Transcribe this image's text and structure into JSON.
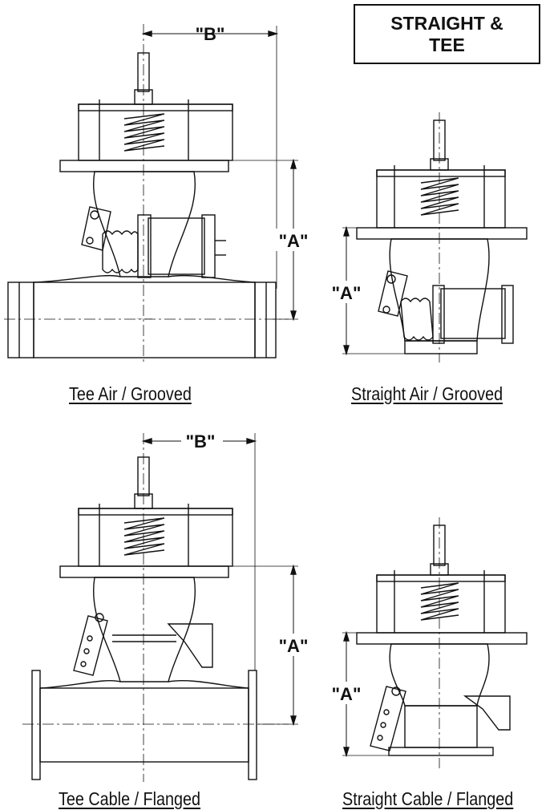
{
  "title_box": {
    "line1": "STRAIGHT &",
    "line2": "TEE"
  },
  "views": [
    {
      "caption": "Tee Air / Grooved",
      "dim_a": "\"A\"",
      "dim_b": "\"B\""
    },
    {
      "caption": "Straight Air / Grooved",
      "dim_a": "\"A\""
    },
    {
      "caption": "Tee Cable / Flanged",
      "dim_a": "\"A\"",
      "dim_b": "\"B\""
    },
    {
      "caption": "Straight Cable / Flanged",
      "dim_a": "\"A\""
    }
  ]
}
